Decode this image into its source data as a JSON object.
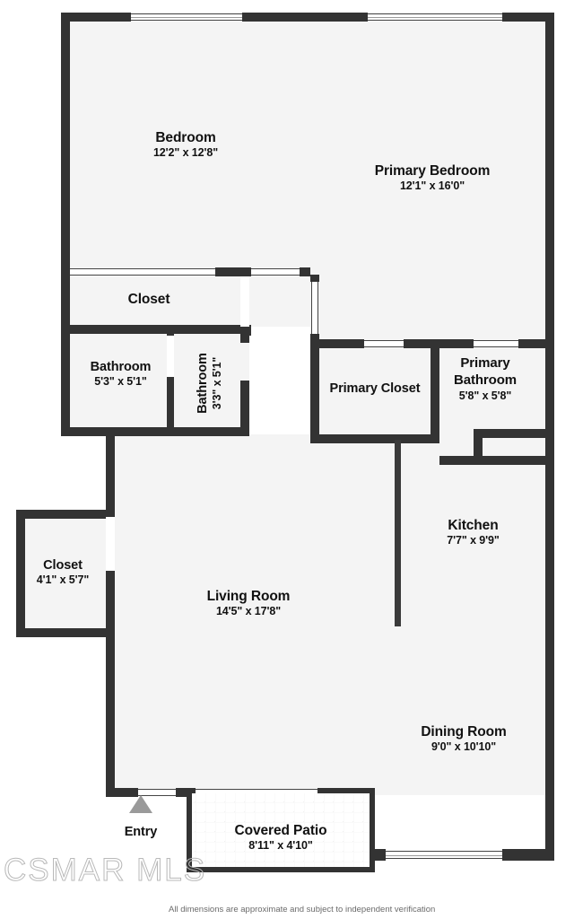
{
  "document": {
    "type": "floor-plan",
    "watermark": "CSMAR MLS",
    "disclaimer": "All dimensions are approximate and subject to independent verification"
  },
  "rooms": [
    {
      "id": "bedroom",
      "name": "Bedroom",
      "dimensions": "12'2\" x 12'8\""
    },
    {
      "id": "primary-bedroom",
      "name": "Primary Bedroom",
      "dimensions": "12'1\" x 16'0\""
    },
    {
      "id": "closet-hall",
      "name": "Closet",
      "dimensions": ""
    },
    {
      "id": "bathroom",
      "name": "Bathroom",
      "dimensions": "5'3\" x 5'1\""
    },
    {
      "id": "bathroom-half",
      "name": "Bathroom",
      "dimensions": "3'3\" x 5'1\""
    },
    {
      "id": "primary-closet",
      "name": "Primary Closet",
      "dimensions": ""
    },
    {
      "id": "primary-bathroom",
      "name": "Primary\nBathroom",
      "name_line1": "Primary",
      "name_line2": "Bathroom",
      "dimensions": "5'8\" x 5'8\""
    },
    {
      "id": "kitchen",
      "name": "Kitchen",
      "dimensions": "7'7\" x 9'9\""
    },
    {
      "id": "closet-entry",
      "name": "Closet",
      "dimensions": "4'1\" x 5'7\""
    },
    {
      "id": "living-room",
      "name": "Living Room",
      "dimensions": "14'5\" x 17'8\""
    },
    {
      "id": "dining-room",
      "name": "Dining Room",
      "dimensions": "9'0\" x 10'10\""
    },
    {
      "id": "covered-patio",
      "name": "Covered Patio",
      "dimensions": "8'11\" x 4'10\""
    }
  ],
  "markers": [
    {
      "id": "entry",
      "label": "Entry",
      "icon": "up-triangle-icon"
    }
  ],
  "colors": {
    "wall": "#333333",
    "floor": "#f4f4f4",
    "background": "#ffffff",
    "marker": "#9a9a9a",
    "watermark": "#b9b9b9",
    "footer_text": "#6b6b6b"
  }
}
